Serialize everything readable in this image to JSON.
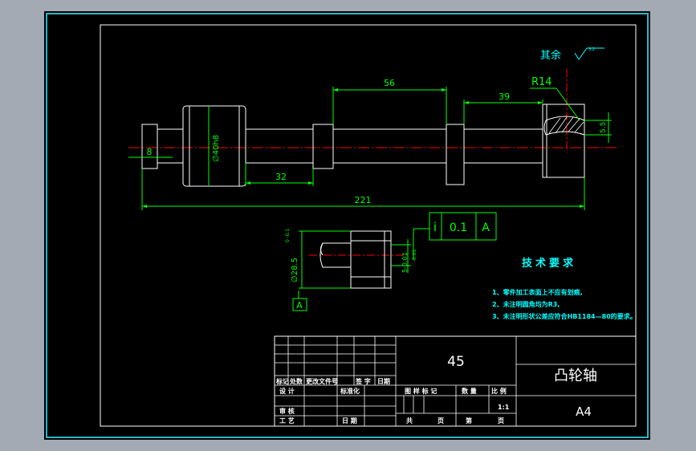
{
  "drawing": {
    "roughness_note": "其余",
    "roughness_symbol_value": "3.2",
    "radius_label": "R14",
    "dims": {
      "d56": "56",
      "d39": "39",
      "d8": "8",
      "d32": "32",
      "d221": "221",
      "dia40": "∅40h8",
      "rside": "5.5",
      "d28": "∅28.5",
      "d28_tol": "0 -0.1",
      "key_dim": "5-0.01",
      "key_tol": "-0.01"
    },
    "tolerance_frame": {
      "symbol": "i",
      "value": "0.1",
      "datum": "A"
    },
    "datum_label": "A",
    "tech_req": {
      "title": "技术要求",
      "items": [
        "1、零件加工表面上不应有划痕,",
        "2、未注明圆角均为R3,",
        "3、未注明形状公差应符合HB1184—80的要求。"
      ]
    }
  },
  "title_block": {
    "material": "45",
    "part_name": "凸轮轴",
    "sheet_size": "A4",
    "labels": {
      "biaoji": "标记",
      "chushu": "处数",
      "gengai": "更改文件号",
      "qianzi": "签 字",
      "riqi": "日期",
      "sheji": "设 计",
      "biaozhunhua": "标准化",
      "shenhe": "审 核",
      "gongyi": "工 艺",
      "riqi2": "日 期",
      "tuyang": "图 样 标 记",
      "zhongliang": "数 量",
      "bili": "比 例",
      "scale": "1:1",
      "gong": "共",
      "zhang": "页",
      "di": "第",
      "zhang2": "页"
    }
  },
  "colors": {
    "background": "#000000",
    "frame": "#00ffff",
    "outline": "#ffffff",
    "dimension": "#00ff00",
    "center": "#ff0000",
    "leader": "#00ffff",
    "note": "#00ffff",
    "title": "#ffffff"
  }
}
